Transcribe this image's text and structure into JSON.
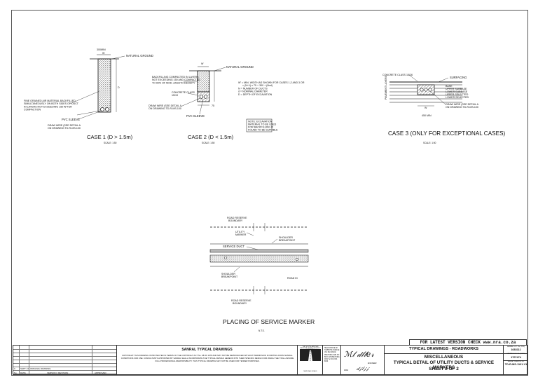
{
  "case1": {
    "top_dim": "300MIN",
    "top_dim_val": "W",
    "natural_ground": "NATURAL GROUND",
    "d_label": "D",
    "backfill_note": "FINE GRAINED AIR MATERIAL BACKFILLED SIMULTANEOUSLY ON BOTH SIDES OF DUCT IN LAYERS NOT EXCEEDING 150 AFTER COMPACTION",
    "sleeve": "PVC SLEEVE",
    "draw_wire": "DRAW WIRE (SEE DETAIL A ON DRAWING TD-R-MS-100",
    "title": "CASE 1 (D > 1.5m)",
    "scale": "SCALE: 1:50"
  },
  "case2": {
    "top_dim": "W",
    "natural_ground": "NATURAL GROUND",
    "backfill_note": "BACKFILLING COMPACTED IN LAYERS NOT EXCEEDING 150 AND COMPACTED TO 90% OF MOD. AASHTO DENSITY",
    "concrete": "CONCRETE CLASS 15/19",
    "draw_wire": "DRAW WIRE (SEE DETAIL A ON DRAWING TD-R-MS-100",
    "sleeve": "PVC SLEEVE",
    "title": "CASE 2 (D < 1.5m)",
    "scale": "SCALE: 1:50",
    "legend": [
      "W' = MIN. WIDTH AS SHOWN FOR CASES 1,2 AND 3 OR",
      "= (N+1) x 75 + 300 + (Nxd)",
      "N = NUMBER OF DUCTS",
      "d = NOMINAL DIAMETER",
      "D = DEPTH OF EXCAVATION"
    ],
    "note_box": [
      "NOTE: EXCAVATION",
      "MATERIAL TO BE USED",
      "FOR BACKFILLING IF",
      "FOUND TO BE SUITABLE"
    ]
  },
  "case3": {
    "concrete": "CONCRETE CLASS 15/26",
    "surfacing": "SURFACING",
    "pavement": "PAVEMENT LAYERS",
    "layers": [
      "BASE",
      "UPPER SUBBASE",
      "LOWER SUBBASE",
      "UPPER SELECTED",
      "LOWER SELECTED"
    ],
    "min_dim": "450 MIN",
    "width_sym": "W",
    "draw_wire": "DRAW WIRE (SEE DETAIL A ON DRAWING TD-R-MS-100",
    "title": "CASE 3 (ONLY FOR EXCEPTIONAL CASES)",
    "scale": "SCALE: 1:50"
  },
  "plan": {
    "road_reserve_top": "ROAD RESERVE BOUNDARY",
    "utility_marker": "UTILITY MARKER",
    "service_duct": "SERVICE DUCT",
    "shoulder_bp_top": "SHOULDER BREAKPOINT",
    "shoulder_bp_bottom": "SHOULDER BREAKPOINT",
    "road_reserve_bottom": "ROAD RESERVE BOUNDARY",
    "road_label": "ROAD ID",
    "title": "PLACING OF SERVICE MARKER",
    "scale": "N.T.S."
  },
  "latest": "FOR LATEST VERSION CHECK www.nra.co.za",
  "titleblock": {
    "rev_date": "SEPT 13",
    "rev_desc": "ORIGINAL DRAWING",
    "rev_no": "0",
    "no_col": "No.",
    "date_col": "DATE",
    "revision_col": "VERSION / REVISION",
    "approved_col": "APPROVED",
    "sanral_title": "SANRAL TYPICAL DRAWINGS",
    "copyright": "COPYRIGHT: THIS DRAWING IS PROTECTED IN TERMS OF THE COPYRIGHT ACT No. 98 OF 1978 AND MAY NOT BE REPRODUCED WITHOUT PERMISSION IN WRITING FROM SANRAL. CONDITIONS FOR USE: CONSULTANTS APPOINTED BY SANRAL SHALL INCORPORATE THE TYPICAL DETAILS HEREON INTO THEIR SPECIFIC DESIGN FOR WHICH THEY WILL ASSUME FULL PROFESSIONAL RESPONSIBILITY. THIS TYPICAL DRAWING MAY NOT BE USED FOR TENDER PURPOSES.",
    "logo_top": "THE SOUTH AFRICAN NATIONAL ROADS AGENCY SOC LTD",
    "logo_bottom": "NATIONAL ROADS",
    "office": "HEAD OFFICE 48 TAMBOTIE AVENUE VAL DE GRACE PRETORIA 0184 PO BOX 415 PRETORIA 0001 Tel: 012 844 8000",
    "sign_cap": "ENGINEER",
    "sign_date_cap": "DATE",
    "main_top": "TYPICAL DRAWINGS - ROADWORKS",
    "main_l1": "MISCELLANEOUS",
    "main_l2": "TYPICAL DETAIL OF UTILITY DUCTS & SERVICE MARKERS",
    "main_l3": "SHEET 2 OF 2",
    "codes": [
      {
        "label": "SANRAL DOC. No. (PDF)",
        "value": "1683111"
      },
      {
        "label": "SANRAL DOC. No. (DWG)",
        "value": "1707474"
      },
      {
        "label": "SANRAL DRAWING No.",
        "value": "TD-R-MS-1101-V1"
      }
    ]
  }
}
